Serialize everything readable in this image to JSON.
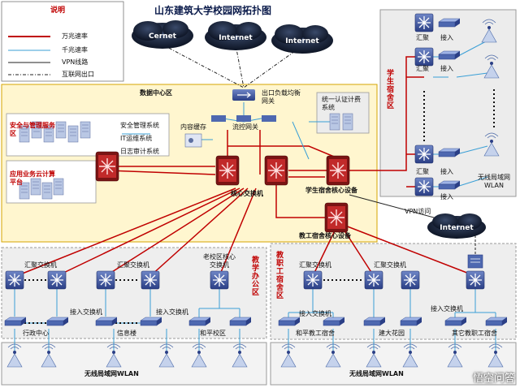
{
  "title": "山东建筑大学校园网拓扑图",
  "legend": {
    "heading": "说明",
    "items": [
      {
        "label": "万兆速率"
      },
      {
        "label": "千兆速率"
      },
      {
        "label": "VPN线路"
      },
      {
        "label": "互联网出口"
      }
    ]
  },
  "clouds": {
    "cernet": "Cernet",
    "internet1": "Internet",
    "internet2": "Internet",
    "internet3": "Internet"
  },
  "datacenter": {
    "title": "数据中心区",
    "security_zone": "安全与管理服务区",
    "app_zone": "应用业务云计算平台",
    "systems": [
      "安全管理系统",
      "IT运维系统",
      "日志审计系统"
    ],
    "lb": "出口负载均衡网关",
    "flow": "流控网关",
    "cache": "内容缓存",
    "auth": "统一认证计费系统",
    "core": "核心交换机",
    "dorm_core": "学生宿舍核心设备",
    "staff_core": "教工宿舍核心设备"
  },
  "vpn_label": "VPN访问",
  "student_dorm": {
    "title": "学生宿舍区",
    "agg": [
      "汇聚",
      "汇聚",
      "汇聚"
    ],
    "access": [
      "接入",
      "接入",
      "接入",
      "接入"
    ],
    "wlan": "无线局域网WLAN"
  },
  "teaching": {
    "title": "教学办公区",
    "agg1": "汇聚交换机",
    "agg2": "汇聚交换机",
    "old_campus": "老校区核心交换机",
    "access1": "接入交换机",
    "access2": "接入交换机",
    "places": [
      "行政中心",
      "信息楼",
      "和平校区"
    ],
    "wlan": "无线局域网WLAN"
  },
  "staff_dorm": {
    "title": "教职工宿舍区",
    "agg1": "汇聚交换机",
    "agg2": "汇聚交换机",
    "access1": "接入交换机",
    "access2": "接入交换机",
    "places": [
      "和平教工宿舍",
      "建大花园",
      "其它教职工宿舍"
    ],
    "wlan": "无线局域网WLAN"
  },
  "watermark": "悟空问答",
  "colors": {
    "red_line": "#c00000",
    "blue_line": "#3a9fd6",
    "zone_fill": "#fff6cf",
    "zone_border": "#d6a400",
    "gray_zone": "#eeeeee"
  }
}
